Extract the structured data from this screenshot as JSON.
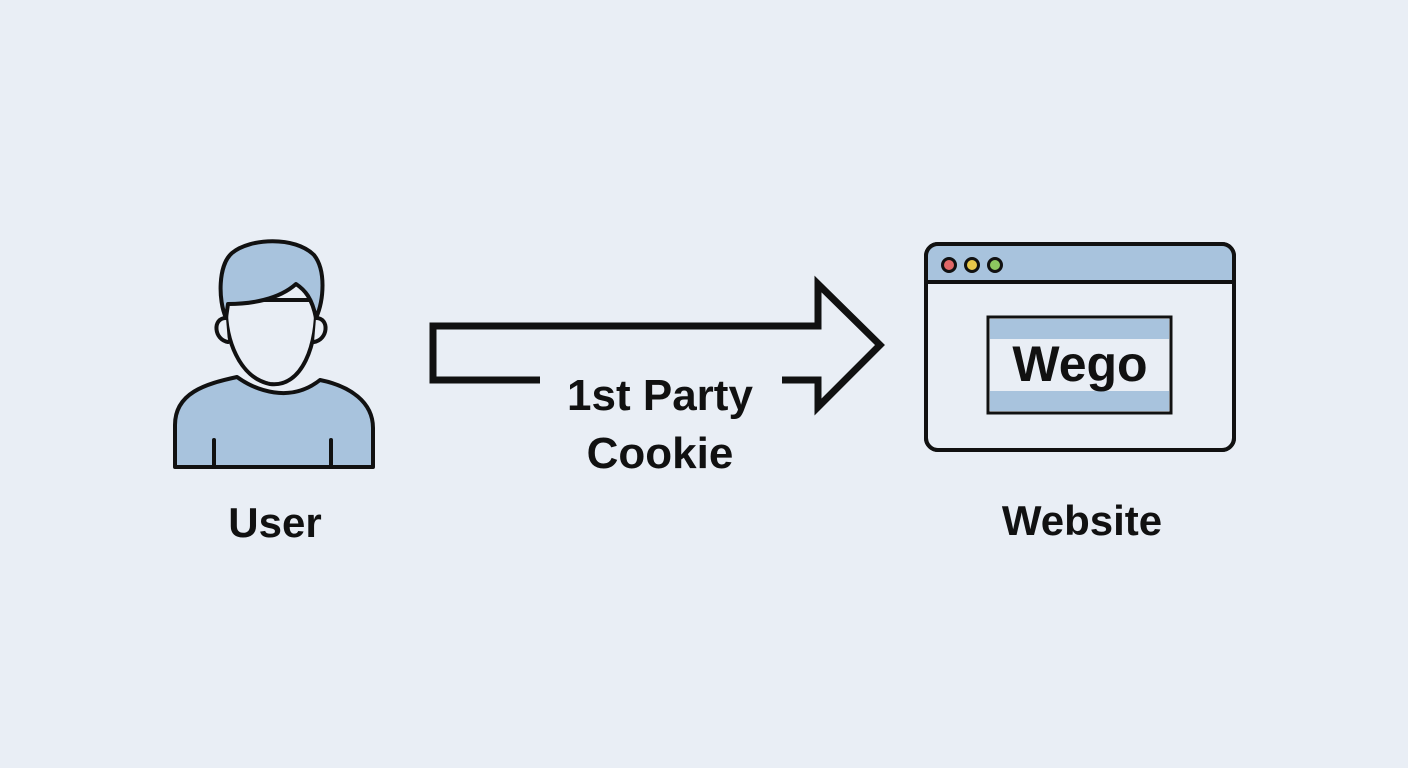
{
  "diagram": {
    "user": {
      "label": "User"
    },
    "arrow": {
      "label_line1": "1st Party",
      "label_line2": "Cookie"
    },
    "website": {
      "label": "Website",
      "banner_text": "Wego",
      "window_dots": [
        "close-dot",
        "minimize-dot",
        "maximize-dot"
      ]
    },
    "colors": {
      "background": "#e9eef5",
      "fill_blue": "#a8c3dd",
      "stroke": "#111111",
      "dot_red": "#e06767",
      "dot_yellow": "#e8c84a",
      "dot_green": "#8cc860"
    }
  }
}
